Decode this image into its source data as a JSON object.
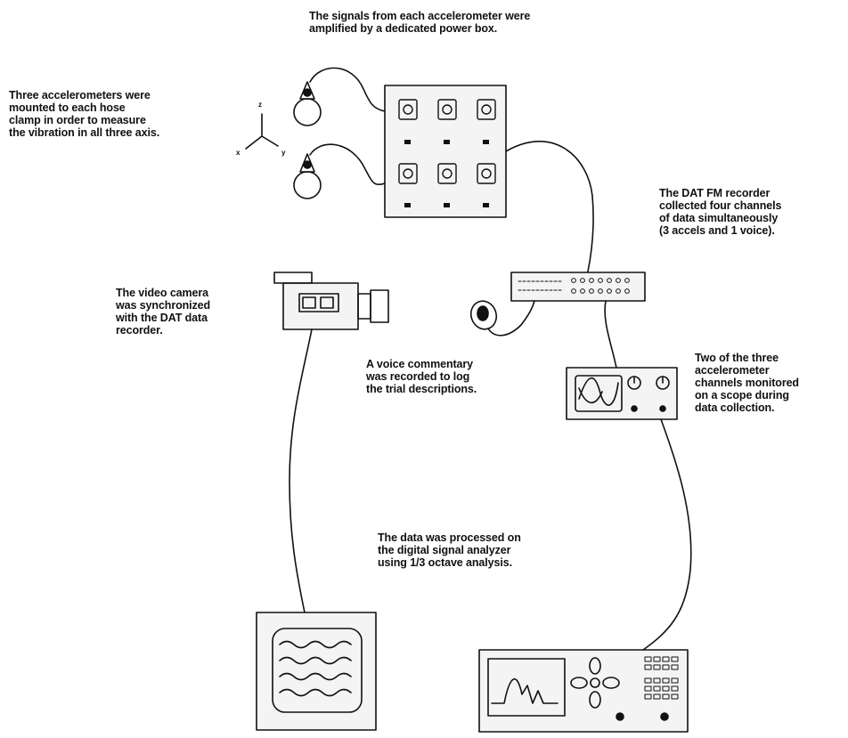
{
  "captions": {
    "power_box": "The signals from each accelerometer were\namplified by a dedicated power box.",
    "accelerometers": "Three accelerometers were\nmounted to each hose\nclamp in order to measure\nthe vibration in all three axis.",
    "dat_recorder": "The DAT FM recorder\ncollected four channels\nof data simultaneously\n(3 accels and 1 voice).",
    "video_camera": "The video camera\nwas synchronized\nwith the DAT data\nrecorder.",
    "voice": "A voice commentary\nwas recorded to log\nthe trial descriptions.",
    "scope": "Two of the three\naccelerometer\nchannels monitored\non a scope during\ndata collection.",
    "analyzer": "The data was processed on\nthe digital signal analyzer\nusing 1/3 octave analysis."
  },
  "axis_labels": {
    "z": "z",
    "x": "x",
    "y": "y"
  },
  "colors": {
    "ink": "#111111",
    "background": "#ffffff",
    "panel": "#f4f4f4"
  }
}
